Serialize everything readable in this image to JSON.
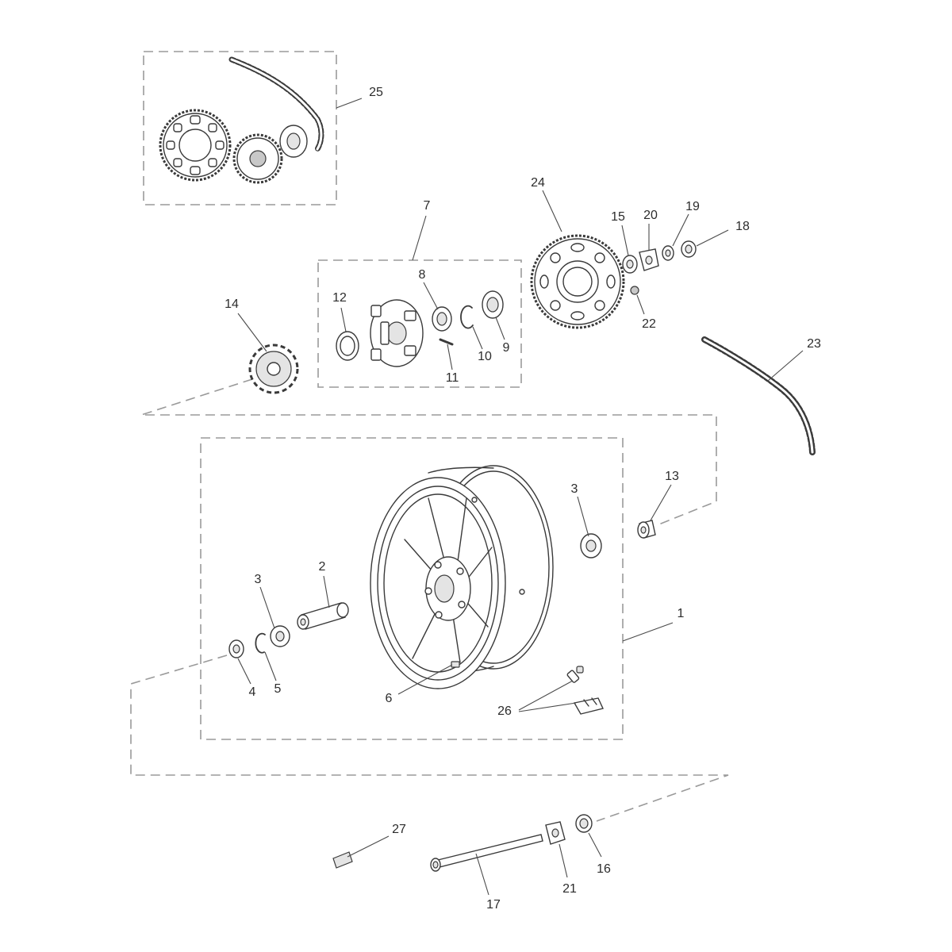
{
  "callouts": [
    {
      "id": "1",
      "text": "1"
    },
    {
      "id": "2",
      "text": "2"
    },
    {
      "id": "3a",
      "text": "3"
    },
    {
      "id": "3b",
      "text": "3"
    },
    {
      "id": "4",
      "text": "4"
    },
    {
      "id": "5",
      "text": "5"
    },
    {
      "id": "6",
      "text": "6"
    },
    {
      "id": "7",
      "text": "7"
    },
    {
      "id": "8",
      "text": "8"
    },
    {
      "id": "9",
      "text": "9"
    },
    {
      "id": "10",
      "text": "10"
    },
    {
      "id": "11",
      "text": "11"
    },
    {
      "id": "12",
      "text": "12"
    },
    {
      "id": "13",
      "text": "13"
    },
    {
      "id": "14",
      "text": "14"
    },
    {
      "id": "15",
      "text": "15"
    },
    {
      "id": "16",
      "text": "16"
    },
    {
      "id": "17",
      "text": "17"
    },
    {
      "id": "18",
      "text": "18"
    },
    {
      "id": "19",
      "text": "19"
    },
    {
      "id": "20",
      "text": "20"
    },
    {
      "id": "21",
      "text": "21"
    },
    {
      "id": "22",
      "text": "22"
    },
    {
      "id": "23",
      "text": "23"
    },
    {
      "id": "24",
      "text": "24"
    },
    {
      "id": "25",
      "text": "25"
    },
    {
      "id": "26",
      "text": "26"
    },
    {
      "id": "27",
      "text": "27"
    }
  ],
  "colors": {
    "line": "#3a3a3a",
    "dash": "#9a9a9a",
    "background": "#ffffff"
  }
}
